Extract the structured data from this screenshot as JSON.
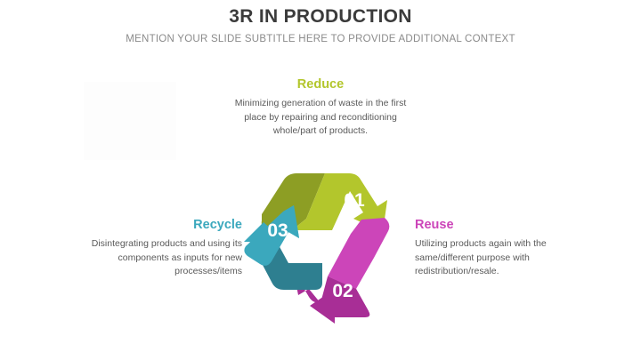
{
  "header": {
    "title": "3R IN PRODUCTION",
    "subtitle": "MENTION YOUR SLIDE SUBTITLE HERE TO PROVIDE ADDITIONAL CONTEXT"
  },
  "colors": {
    "reduce": "#b3c62c",
    "reduce_dark": "#8d9e24",
    "reuse": "#cc45b9",
    "reuse_dark": "#a82e96",
    "recycle": "#3ba8bd",
    "recycle_dark": "#2e7f90",
    "title": "#3b3b3b",
    "subtitle": "#8b8b8b",
    "body": "#5a5a5a"
  },
  "steps": [
    {
      "number": "01",
      "heading": "Reduce",
      "body": "Minimizing generation of waste in the first place by repairing and reconditioning whole/part of products.",
      "color": "#b3c62c"
    },
    {
      "number": "02",
      "heading": "Reuse",
      "body": "Utilizing products again with the same/different purpose with redistribution/resale.",
      "color": "#cc45b9"
    },
    {
      "number": "03",
      "heading": "Recycle",
      "body": "Disintegrating products and using its components as inputs for new processes/items",
      "color": "#3ba8bd"
    }
  ],
  "diagram": {
    "name": "recycling-triangle",
    "arrow_count": 3
  }
}
